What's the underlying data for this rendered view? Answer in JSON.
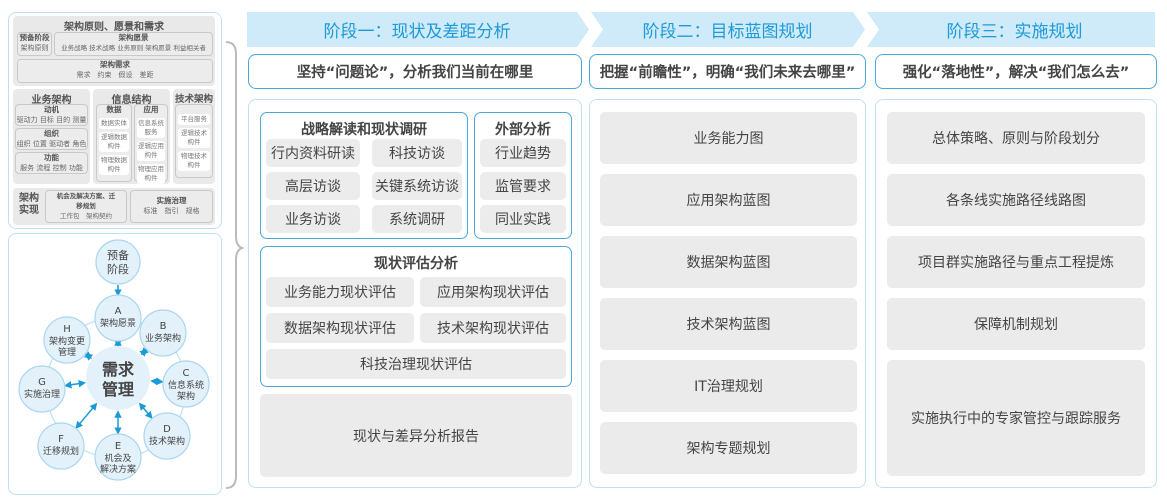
{
  "framework": {
    "title": "架构原则、愿景和需求",
    "prelim": {
      "title": "预备阶段",
      "items": "架构原则"
    },
    "vision": {
      "title": "架构愿景",
      "items": "业务战略 技术战略 业务原则 架构愿景 利益相关者"
    },
    "requirements": {
      "title": "架构需求",
      "items": "需求　约束　假设　差距"
    },
    "business": {
      "title": "业务架构",
      "boxes": [
        {
          "title": "动机",
          "items": "驱动力 目标 目的 测量"
        },
        {
          "title": "组织",
          "items": "组织 位置 驱动者 角色"
        },
        {
          "title": "功能",
          "items": "服务 流程 控制 功能"
        }
      ]
    },
    "info": {
      "title": "信息结构",
      "data": {
        "title": "数据",
        "items": [
          "数据实体",
          "逻辑数据构件",
          "物理数据构件"
        ]
      },
      "app": {
        "title": "应用",
        "items": [
          "信息系统服务",
          "逻辑应用构件",
          "物理应用构件"
        ]
      }
    },
    "tech": {
      "title": "技术架构",
      "items": [
        "平台服务",
        "逻辑技术构件",
        "物理技术构件"
      ]
    },
    "realize": {
      "title": "架构实现",
      "opportunity": {
        "title": "机会及解决方案、迁移规划",
        "items": "工作包　架构契约"
      },
      "governance": {
        "title": "实施治理",
        "items": "标准　指引　规格"
      }
    }
  },
  "cycle": {
    "prelim": [
      "预备",
      "阶段"
    ],
    "center": [
      "需求",
      "管理"
    ],
    "phases": [
      {
        "letter": "A",
        "lines": [
          "架构愿景"
        ]
      },
      {
        "letter": "B",
        "lines": [
          "业务架构"
        ]
      },
      {
        "letter": "C",
        "lines": [
          "信息系统",
          "架构"
        ]
      },
      {
        "letter": "D",
        "lines": [
          "技术架构"
        ]
      },
      {
        "letter": "E",
        "lines": [
          "机会及",
          "解决方案"
        ]
      },
      {
        "letter": "F",
        "lines": [
          "迁移规划"
        ]
      },
      {
        "letter": "G",
        "lines": [
          "实施治理"
        ]
      },
      {
        "letter": "H",
        "lines": [
          "架构变更",
          "管理"
        ]
      }
    ]
  },
  "stages": [
    {
      "title": "阶段一：现状及差距分析",
      "slogan": "坚持“问题论”，分析我们当前在哪里"
    },
    {
      "title": "阶段二：目标蓝图规划",
      "slogan": "把握“前瞻性”，明确“我们未来去哪里”"
    },
    {
      "title": "阶段三：实施规划",
      "slogan": "强化“落地性”，解决“我们怎么去”"
    }
  ],
  "stage1": {
    "strategy": {
      "title": "战略解读和现状调研",
      "items": [
        "行内资料研读",
        "科技访谈",
        "高层访谈",
        "关键系统访谈",
        "业务访谈",
        "系统调研"
      ]
    },
    "external": {
      "title": "外部分析",
      "items": [
        "行业趋势",
        "监管要求",
        "同业实践"
      ]
    },
    "assessment": {
      "title": "现状评估分析",
      "items": [
        "业务能力现状评估",
        "应用架构现状评估",
        "数据架构现状评估",
        "技术架构现状评估",
        "科技治理现状评估"
      ]
    },
    "report": "现状与差异分析报告"
  },
  "stage2": {
    "items": [
      "业务能力图",
      "应用架构蓝图",
      "数据架构蓝图",
      "技术架构蓝图",
      "IT治理规划",
      "架构专题规划"
    ]
  },
  "stage3": {
    "items": [
      "总体策略、原则与阶段划分",
      "各条线实施路径线路图",
      "项目群实施路径与重点工程提炼",
      "保障机制规划",
      "实施执行中的专家管控与跟踪服务"
    ]
  },
  "colors": {
    "accent": "#1d9ad8",
    "banner": "#cfeaf8",
    "border": "#49a9dc",
    "box": "#ebebeb"
  }
}
